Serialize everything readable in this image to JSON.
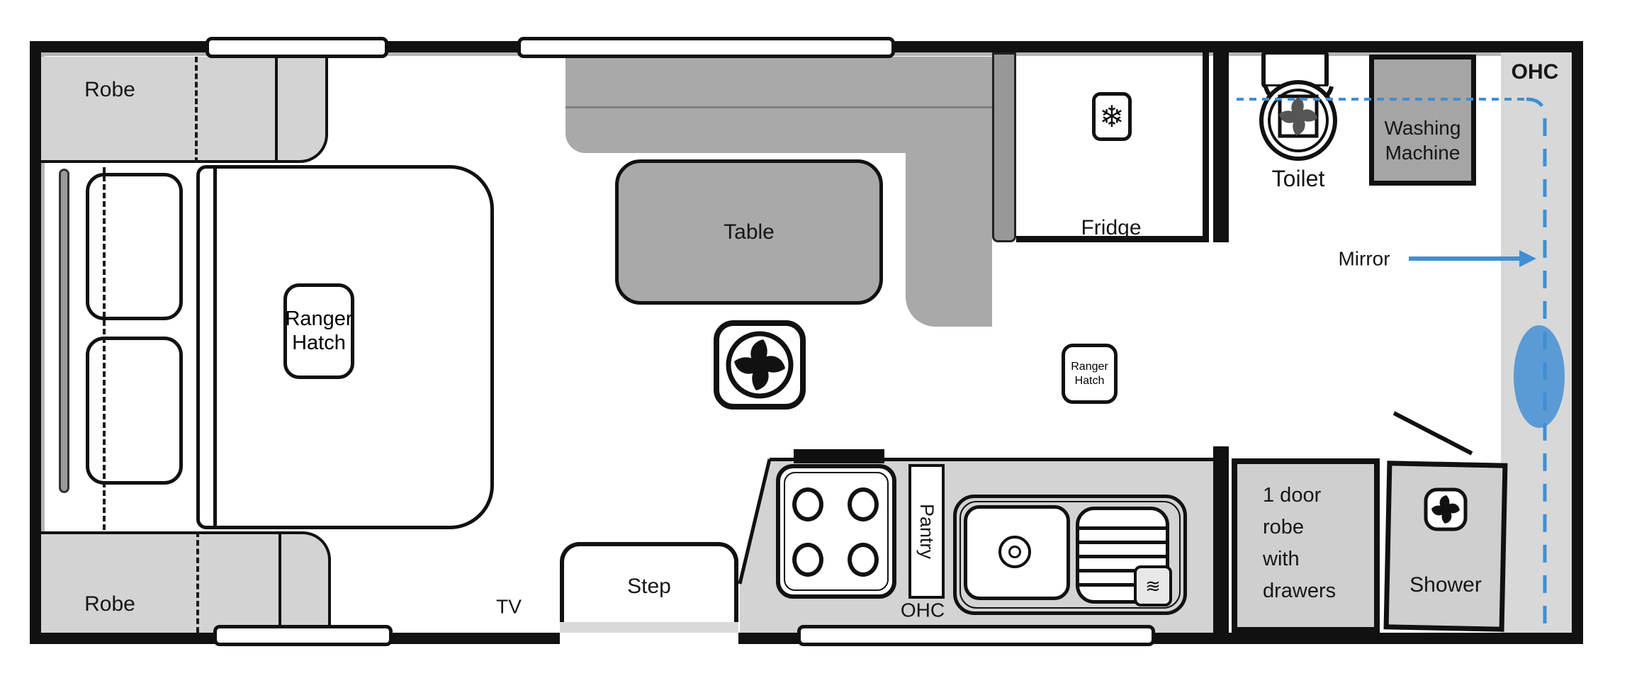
{
  "title": "Caravan floor plan",
  "labels": {
    "robe_top": "Robe",
    "robe_bottom": "Robe",
    "bed_hatch_line1": "Ranger",
    "bed_hatch_line2": "Hatch",
    "table": "Table",
    "fridge": "Fridge",
    "pantry": "Pantry",
    "ohc_kitchen": "OHC",
    "ohc_top_right": "OHC",
    "step": "Step",
    "tv": "TV",
    "small_hatch_line1": "Ranger",
    "small_hatch_line2": "Hatch",
    "toilet": "Toilet",
    "washing_line1": "Washing",
    "washing_line2": "Machine",
    "mirror": "Mirror",
    "shower": "Shower",
    "robe_drawers_line1": "1 door",
    "robe_drawers_line2": "robe",
    "robe_drawers_line3": "with",
    "robe_drawers_line4": "drawers"
  },
  "colors": {
    "wall": "#111111",
    "furniture_light_gray": "#d3d3d3",
    "furniture_medium_gray": "#a9a9a9",
    "panel_dark_gray": "#989898",
    "plumbing_blue": "#3f8fd4",
    "basin_blue": "#5b9bd5"
  }
}
